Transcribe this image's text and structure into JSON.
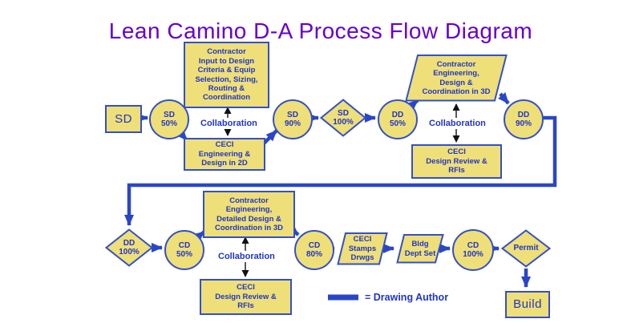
{
  "title": "Lean Camino D-A Process Flow Diagram",
  "colors": {
    "shape_fill": "#EEDF78",
    "shape_border": "#3350C8",
    "arrow": "#2A46C8",
    "title_text": "#6600CC",
    "node_text": "#1F35C8"
  },
  "nodes": {
    "sd_start": {
      "label": "SD"
    },
    "sd50": {
      "label": "SD\n50%"
    },
    "contractor_input": {
      "label": "Contractor\nInput to Design\nCriteria & Equip\nSelection, Sizing,\nRouting &\nCoordination"
    },
    "collab1": {
      "label": "Collaboration"
    },
    "ceci_2d": {
      "label": "CECI\nEngineering &\nDesign in 2D"
    },
    "sd90": {
      "label": "SD\n90%"
    },
    "sd100": {
      "label": "SD\n100%"
    },
    "dd50": {
      "label": "DD\n50%"
    },
    "contractor_3d": {
      "label": "Contractor\nEngineering,\nDesign &\nCoordination in 3D"
    },
    "collab2": {
      "label": "Collaboration"
    },
    "ceci_review_top": {
      "label": "CECI\nDesign Review &\nRFIs"
    },
    "dd90": {
      "label": "DD\n90%"
    },
    "dd100": {
      "label": "DD\n100%"
    },
    "cd50": {
      "label": "CD\n50%"
    },
    "contractor_detailed": {
      "label": "Contractor\nEngineering,\nDetailed Design &\nCoordination in 3D"
    },
    "collab3": {
      "label": "Collaboration"
    },
    "ceci_review_bottom": {
      "label": "CECI\nDesign Review &\nRFIs"
    },
    "cd80": {
      "label": "CD\n80%"
    },
    "ceci_stamps": {
      "label": "CECI\nStamps\nDrwgs"
    },
    "bldg_dept": {
      "label": "Bldg\nDept Set"
    },
    "cd100": {
      "label": "CD\n100%"
    },
    "permit": {
      "label": "Permit"
    },
    "build": {
      "label": "Build"
    }
  },
  "legend": {
    "label": "= Drawing Author"
  }
}
